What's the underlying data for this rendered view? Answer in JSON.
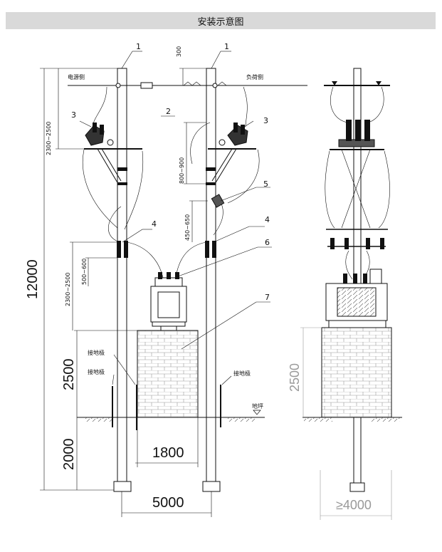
{
  "title": "安装示意图",
  "labels": {
    "source_side": "电源侧",
    "load_side": "负荷侧",
    "ground_wire_1": "接地极",
    "ground_wire_2": "接地极",
    "ground_wire_3": "接地极",
    "ground_level": "地坪"
  },
  "callouts": [
    "1",
    "1",
    "2",
    "3",
    "3",
    "4",
    "4",
    "5",
    "6",
    "7"
  ],
  "dimensions": {
    "d300": "300",
    "d2300_2500_top": "2300~2500",
    "d800_900": "800~900",
    "d450_650": "450~650",
    "d12000": "12000",
    "d2300_2500_mid": "2300~2500",
    "d500_600": "500~600",
    "d2500_left": "2500",
    "d2000": "2000",
    "d1800": "1800",
    "d5000": "5000",
    "d2500_right": "2500",
    "d4000": "≥4000"
  }
}
